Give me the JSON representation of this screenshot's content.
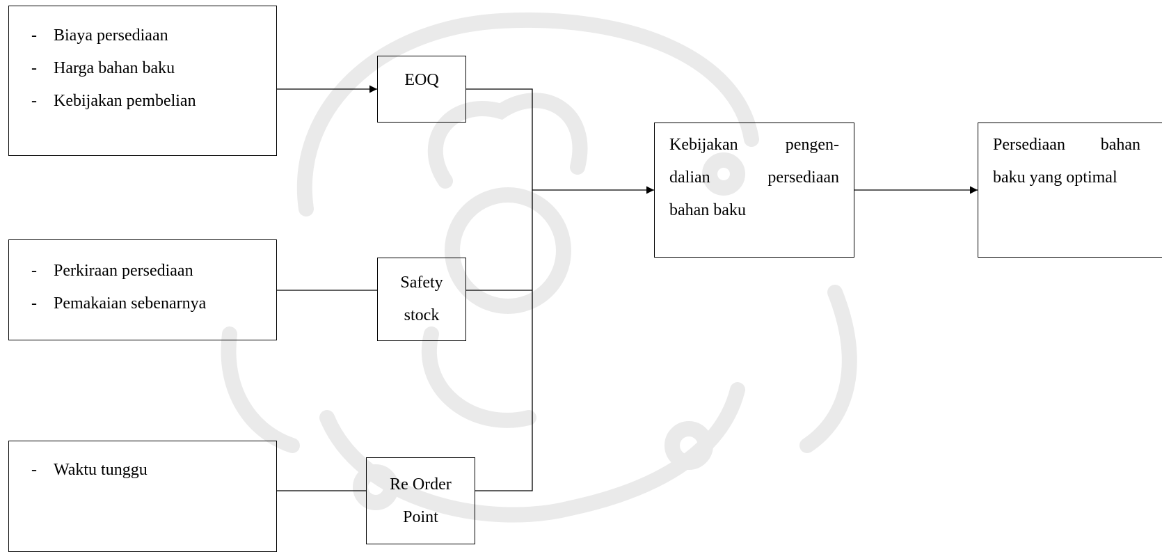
{
  "inputs": {
    "eoq_factors": [
      "Biaya persediaan",
      "Harga bahan baku",
      "Kebijakan pembelian"
    ],
    "safety_factors": [
      "Perkiraan persediaan",
      "Pemakaian sebenarnya"
    ],
    "rop_factors": [
      "Waktu tunggu"
    ]
  },
  "methods": {
    "eoq": "EOQ",
    "safety_line1": "Safety",
    "safety_line2": "stock",
    "rop_line1": "Re Order",
    "rop_line2": "Point"
  },
  "policy": {
    "line1": "Kebijakan pengen-",
    "line2": "dalian persediaan",
    "line3": "bahan baku"
  },
  "outcome": {
    "line1": "Persediaan bahan",
    "line2": "baku yang optimal"
  }
}
